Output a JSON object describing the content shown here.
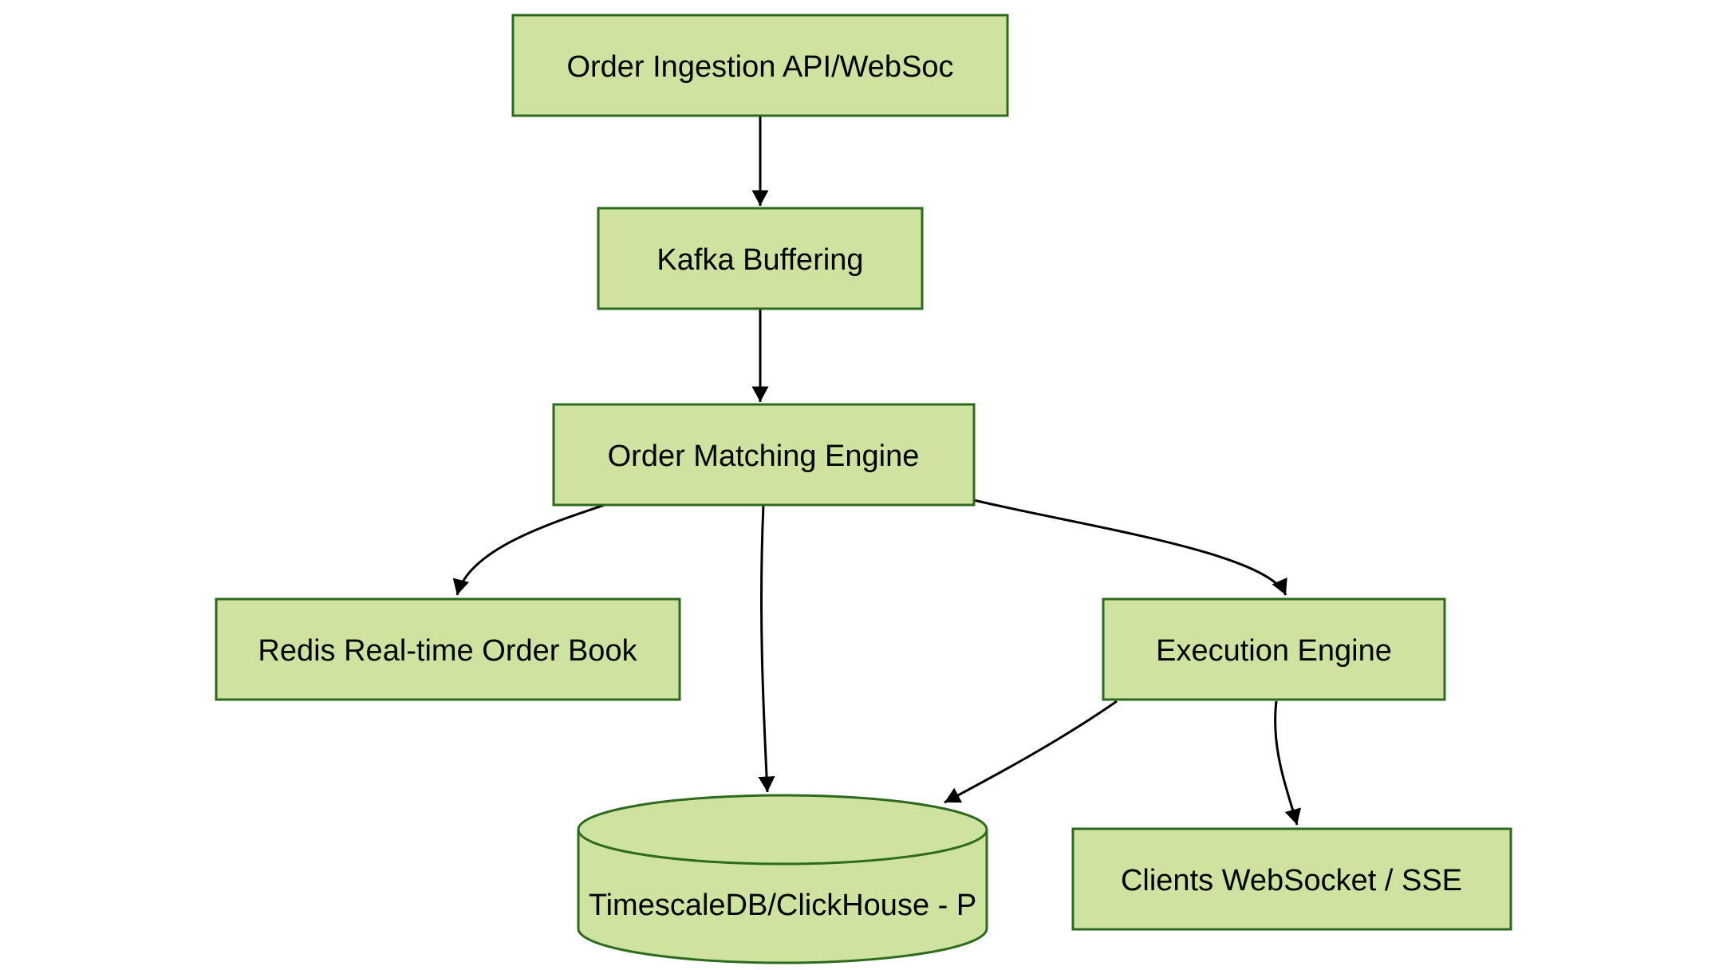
{
  "diagram": {
    "type": "flowchart",
    "direction": "top-down",
    "colors": {
      "node_fill": "#cfe3a1",
      "node_border": "#2d6a1e",
      "edge": "#000000",
      "text": "#000000",
      "background": "#ffffff"
    },
    "nodes": [
      {
        "id": "order-ingestion",
        "shape": "rectangle",
        "label": "Order Ingestion API/WebSoc"
      },
      {
        "id": "kafka-buffering",
        "shape": "rectangle",
        "label": "Kafka Buffering"
      },
      {
        "id": "order-matching-engine",
        "shape": "rectangle",
        "label": "Order Matching Engine"
      },
      {
        "id": "redis-order-book",
        "shape": "rectangle",
        "label": "Redis Real-time Order Book"
      },
      {
        "id": "execution-engine",
        "shape": "rectangle",
        "label": "Execution Engine"
      },
      {
        "id": "timescale-clickhouse",
        "shape": "cylinder",
        "label": "TimescaleDB/ClickHouse - P"
      },
      {
        "id": "clients-websocket-sse",
        "shape": "rectangle",
        "label": "Clients WebSocket / SSE"
      }
    ],
    "edges": [
      {
        "from": "order-ingestion",
        "to": "kafka-buffering"
      },
      {
        "from": "kafka-buffering",
        "to": "order-matching-engine"
      },
      {
        "from": "order-matching-engine",
        "to": "redis-order-book"
      },
      {
        "from": "order-matching-engine",
        "to": "execution-engine"
      },
      {
        "from": "order-matching-engine",
        "to": "timescale-clickhouse"
      },
      {
        "from": "execution-engine",
        "to": "timescale-clickhouse"
      },
      {
        "from": "execution-engine",
        "to": "clients-websocket-sse"
      }
    ]
  }
}
